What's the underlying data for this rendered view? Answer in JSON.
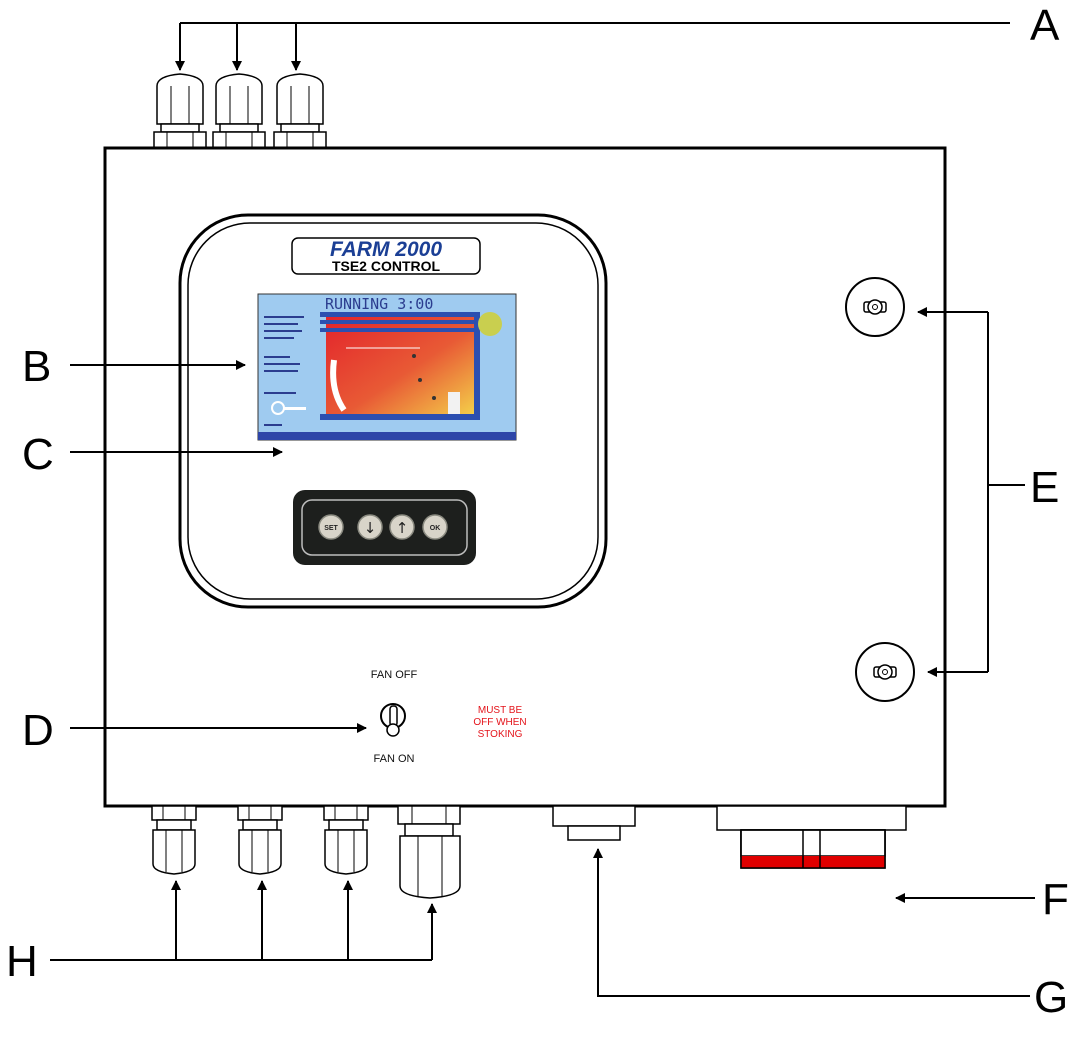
{
  "callouts": {
    "a": "A",
    "b": "B",
    "c": "C",
    "d": "D",
    "e": "E",
    "f": "F",
    "g": "G",
    "h": "H"
  },
  "logo": {
    "brand": "FARM 2000",
    "model": "TSE2 CONTROL"
  },
  "screen": {
    "status": "RUNNING   3:00"
  },
  "keypad": {
    "set": "SET",
    "down": "↓",
    "up": "↑",
    "ok": "OK"
  },
  "switch": {
    "off_label": "FAN OFF",
    "on_label": "FAN ON"
  },
  "warning": {
    "line1": "MUST BE",
    "line2": "OFF WHEN",
    "line3": "STOKING"
  },
  "colors": {
    "warning": "#e4141b",
    "screen_bg": "#9fcbf0",
    "brand_blue": "#1b3f95",
    "flap_red": "#e00000"
  }
}
